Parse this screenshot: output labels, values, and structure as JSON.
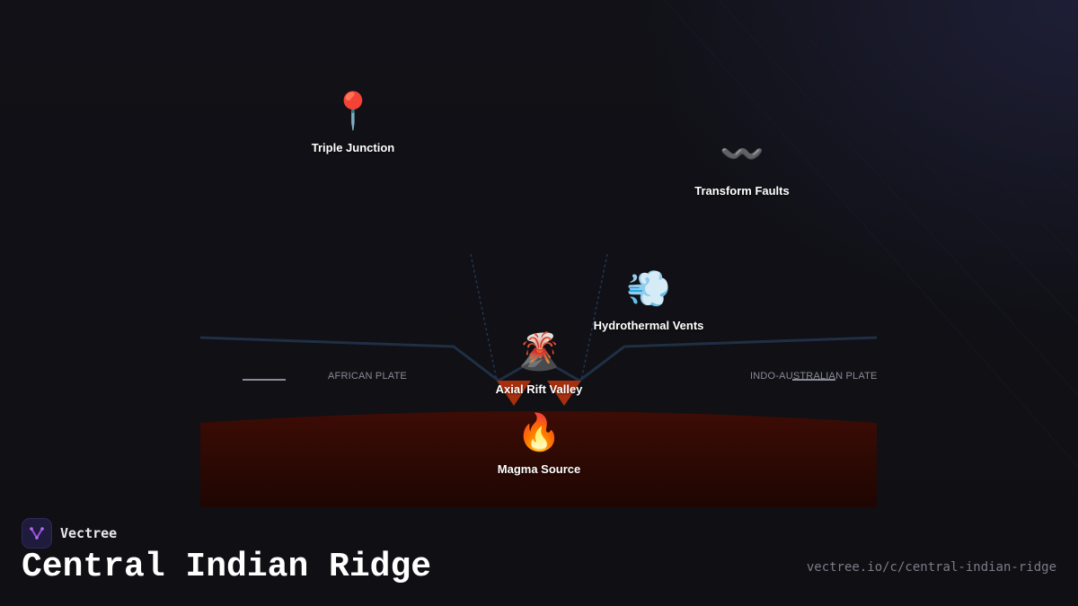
{
  "brand": {
    "name": "Vectree",
    "logo_icon": "vectree-logo-icon"
  },
  "title": "Central Indian Ridge",
  "url": "vectree.io/c/central-indian-ridge",
  "colors": {
    "background": "#111117",
    "accent": "#8b3fd9",
    "magma_top": "#3d0c05",
    "magma_bottom": "#220702",
    "crust_line": "#1f2f44",
    "rift_marker": "#b3330f"
  },
  "diagram": {
    "nodes": [
      {
        "id": "triple_junction",
        "label": "Triple Junction",
        "icon": "📍",
        "icon_name": "pin-icon"
      },
      {
        "id": "transform_faults",
        "label": "Transform Faults",
        "icon": "〰️",
        "icon_name": "wavy-line-icon"
      },
      {
        "id": "hydrothermal_vents",
        "label": "Hydrothermal Vents",
        "icon": "💨",
        "icon_name": "steam-icon"
      },
      {
        "id": "axial_rift_valley",
        "label": "Axial Rift Valley",
        "icon": "🌋",
        "icon_name": "volcano-icon"
      },
      {
        "id": "magma_source",
        "label": "Magma Source",
        "icon": "🔥",
        "icon_name": "fire-icon"
      }
    ],
    "plates": {
      "left": "AFRICAN PLATE",
      "right": "INDO-AUSTRALIAN PLATE"
    }
  }
}
